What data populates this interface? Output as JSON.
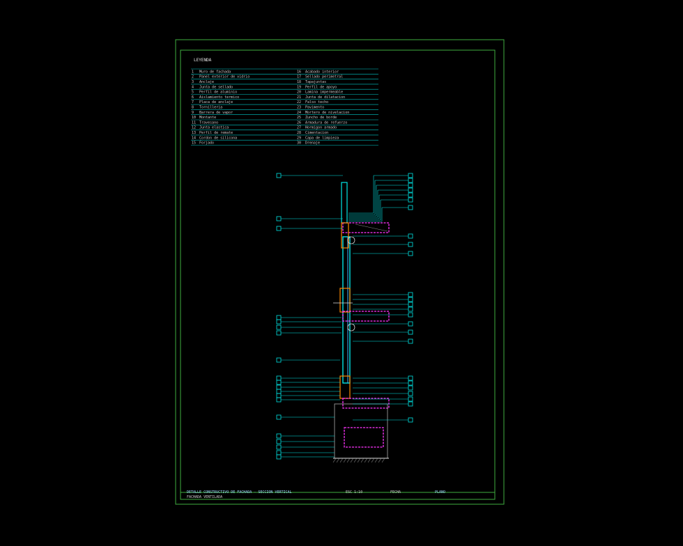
{
  "drawing": {
    "heading": "LEYENDA",
    "legend_left": [
      {
        "num": "1",
        "text": "Muro de fachada"
      },
      {
        "num": "2",
        "text": "Panel exterior de vidrio"
      },
      {
        "num": "3",
        "text": "Anclaje"
      },
      {
        "num": "4",
        "text": "Junta de sellado"
      },
      {
        "num": "5",
        "text": "Perfil de aluminio"
      },
      {
        "num": "6",
        "text": "Aislamiento termico"
      },
      {
        "num": "7",
        "text": "Placa de anclaje"
      },
      {
        "num": "8",
        "text": "Tornilleria"
      },
      {
        "num": "9",
        "text": "Barrera de vapor"
      },
      {
        "num": "10",
        "text": "Montante"
      },
      {
        "num": "11",
        "text": "Travesano"
      },
      {
        "num": "12",
        "text": "Junta elastica"
      },
      {
        "num": "13",
        "text": "Perfil de remate"
      },
      {
        "num": "14",
        "text": "Cordon de silicona"
      },
      {
        "num": "15",
        "text": "Forjado"
      }
    ],
    "legend_right": [
      {
        "num": "16",
        "text": "Acabado interior"
      },
      {
        "num": "17",
        "text": "Sellado perimetral"
      },
      {
        "num": "18",
        "text": "Tapajuntas"
      },
      {
        "num": "19",
        "text": "Perfil de apoyo"
      },
      {
        "num": "20",
        "text": "Lamina impermeable"
      },
      {
        "num": "21",
        "text": "Junta de dilatacion"
      },
      {
        "num": "22",
        "text": "Falso techo"
      },
      {
        "num": "23",
        "text": "Pavimento"
      },
      {
        "num": "24",
        "text": "Mortero de nivelacion"
      },
      {
        "num": "25",
        "text": "Zuncho de borde"
      },
      {
        "num": "26",
        "text": "Armadura de refuerzo"
      },
      {
        "num": "27",
        "text": "Hormigon armado"
      },
      {
        "num": "28",
        "text": "Cimentacion"
      },
      {
        "num": "29",
        "text": "Capa de limpieza"
      },
      {
        "num": "30",
        "text": "Drenaje"
      }
    ],
    "title_block": {
      "project": "DETALLE CONSTRUCTIVO DE FACHADA - SECCION VERTICAL",
      "subtitle": "FACHADA VENTILADA",
      "scale": "ESC 1:10",
      "date": "FECHA",
      "sheet": "PLANO"
    },
    "colors": {
      "frame": "#3fae3f",
      "cyan": "#00e5e5",
      "magenta": "#ff33ff",
      "orange": "#ff8a00",
      "grey": "#8a8a8a",
      "white": "#e0e0e0"
    }
  }
}
